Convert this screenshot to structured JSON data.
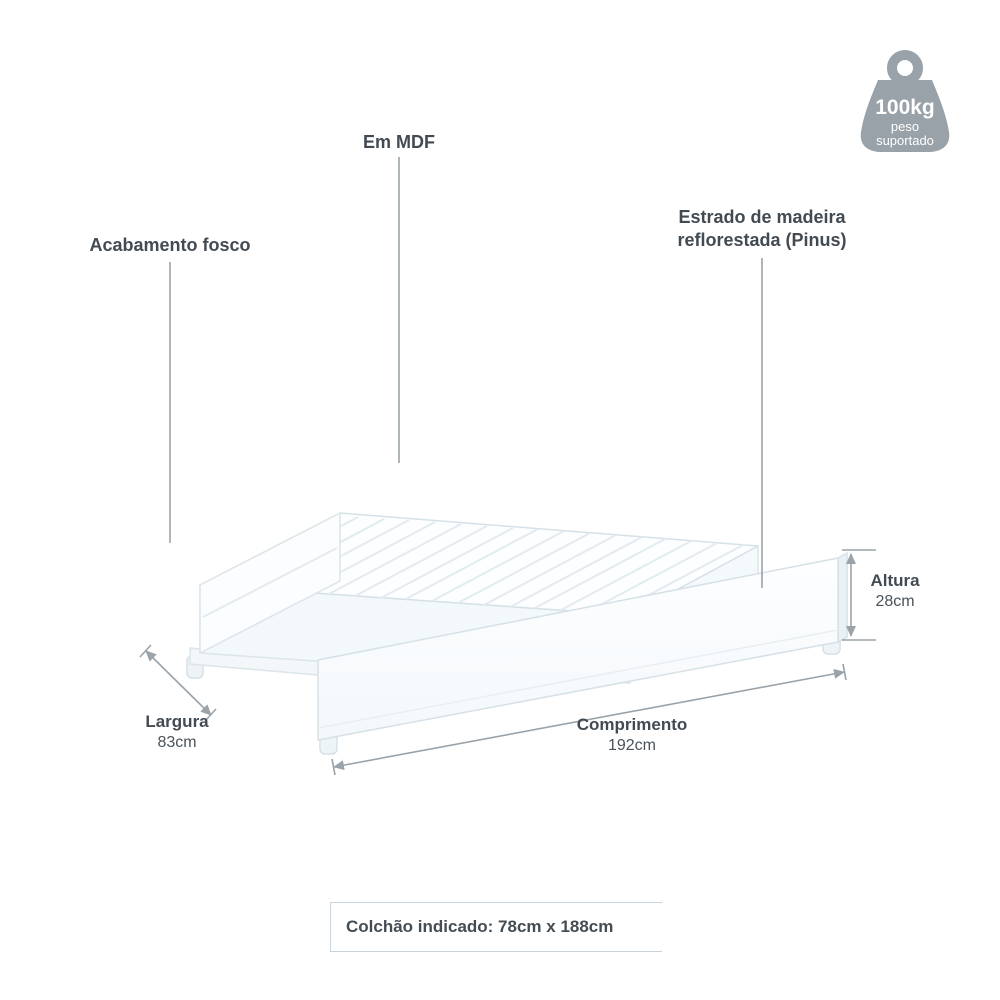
{
  "weight_badge": {
    "value": "100kg",
    "caption_line1": "peso",
    "caption_line2": "suportado"
  },
  "callouts": {
    "material": {
      "label": "Em MDF"
    },
    "finish": {
      "label": "Acabamento fosco"
    },
    "slats": {
      "label_line1": "Estrado de madeira",
      "label_line2": "reflorestada (Pinus)"
    }
  },
  "measurements": {
    "height": {
      "label": "Altura",
      "value": "28cm"
    },
    "width": {
      "label": "Largura",
      "value": "83cm"
    },
    "length": {
      "label": "Comprimento",
      "value": "192cm"
    }
  },
  "footnote": "Colchão indicado: 78cm x 188cm",
  "colors": {
    "label_text": "#434b52",
    "leader_line": "#9aa3a9",
    "badge_gray": "#98a2a8",
    "bed_outline": "#d6e1e7",
    "bed_fill": "#f9fcfd"
  }
}
